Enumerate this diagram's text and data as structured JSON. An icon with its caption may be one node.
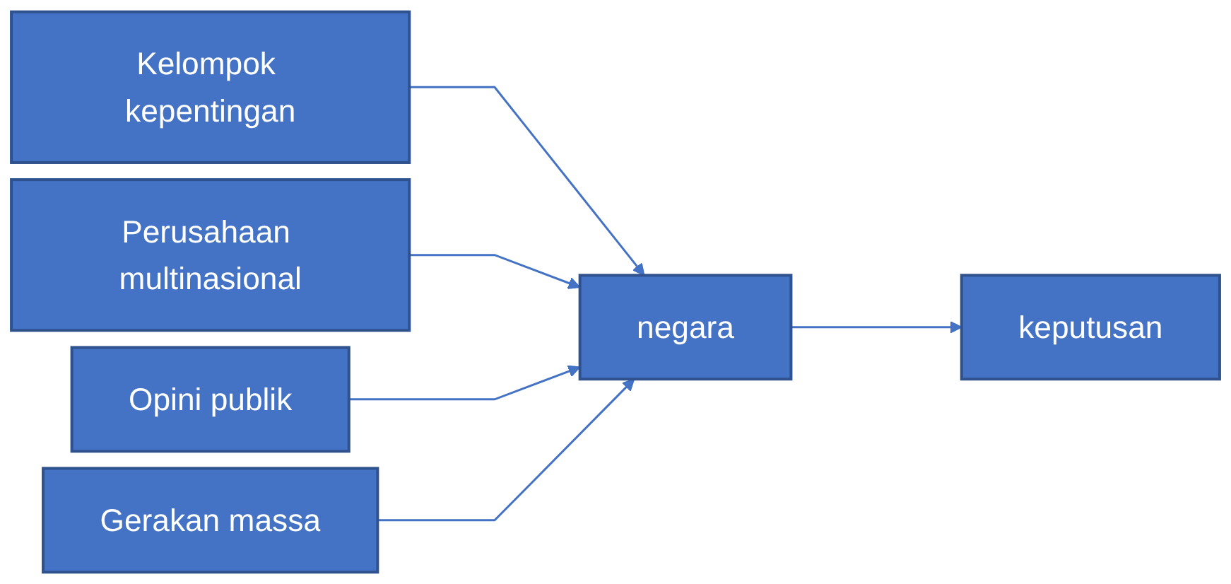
{
  "diagram": {
    "nodes": [
      {
        "text": [
          "Kelompok kepentingan"
        ]
      },
      {
        "text": [
          "Perusahaan multinasional"
        ]
      },
      {
        "text": [
          "Opini publik"
        ]
      },
      {
        "text": [
          "Gerakan massa"
        ]
      },
      {
        "text": [
          "negara"
        ]
      },
      {
        "text": [
          "keputusan"
        ]
      }
    ],
    "edges": [
      {
        "from": 0,
        "to": 4,
        "arrow": "to"
      },
      {
        "from": 1,
        "to": 4,
        "arrow": "to"
      },
      {
        "from": 2,
        "to": 4,
        "arrow": "to"
      },
      {
        "from": 3,
        "to": 4,
        "arrow": "to"
      },
      {
        "from": 4,
        "to": 5,
        "arrow": "to"
      }
    ]
  }
}
